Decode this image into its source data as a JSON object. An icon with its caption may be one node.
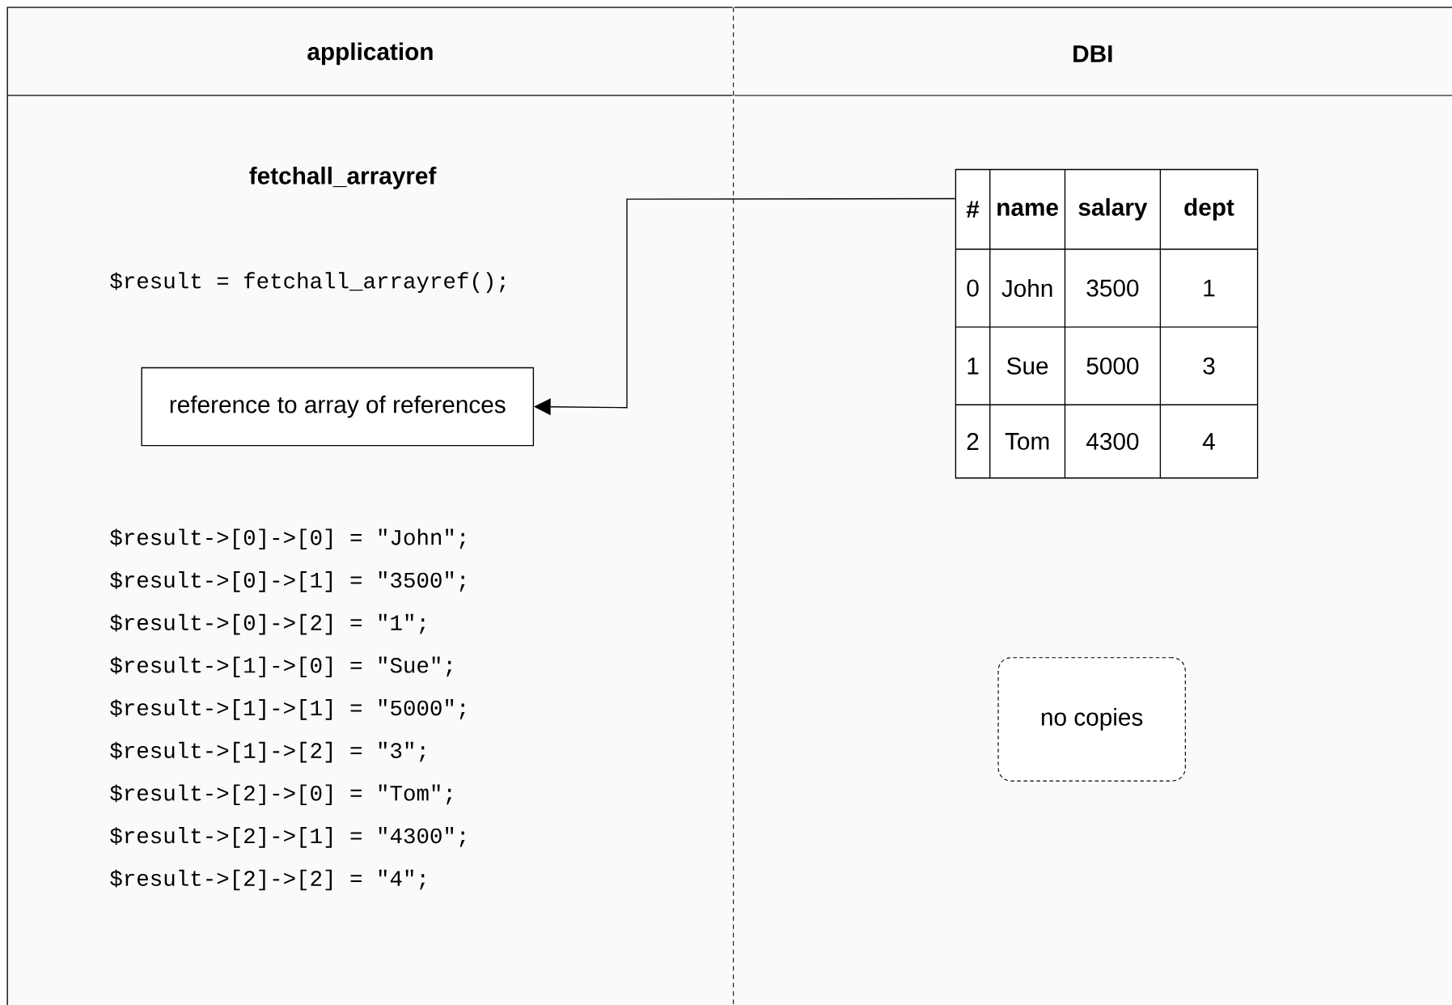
{
  "diagram": {
    "nodes": [
      {
        "text": [
          "application"
        ]
      },
      {
        "text": [
          "DBI"
        ]
      },
      {
        "text": [
          "reference to array of references"
        ],
        "in": 0
      },
      {
        "text": [
          "#",
          "name",
          "salary",
          "dept",
          "0",
          "John",
          "3500",
          "1",
          "1",
          "Sue",
          "5000",
          "3",
          "2",
          "Tom",
          "4300",
          "4"
        ],
        "in": 1
      },
      {
        "text": [
          "no copies"
        ],
        "in": 1
      }
    ],
    "edges": [
      {
        "from": 3,
        "to": 2,
        "arrow": "to"
      }
    ],
    "labels": [
      "fetchall_arrayref",
      "$result = fetchall_arrayref();",
      "$result->[0]->[0] = \"John\";",
      "$result->[0]->[1] = \"3500\";",
      "$result->[0]->[2] = \"1\";",
      "$result->[1]->[0] = \"Sue\";",
      "$result->[1]->[1] = \"5000\";",
      "$result->[1]->[2] = \"3\";",
      "$result->[2]->[0] = \"Tom\";",
      "$result->[2]->[1] = \"4300\";",
      "$result->[2]->[2] = \"4\";"
    ]
  }
}
